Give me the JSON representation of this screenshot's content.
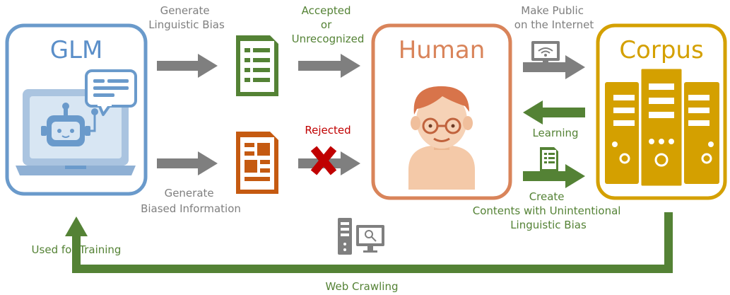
{
  "nodes": {
    "glm": "GLM",
    "human": "Human",
    "corpus": "Corpus"
  },
  "labels": {
    "generate_linguistic_bias": [
      "Generate",
      "Linguistic Bias"
    ],
    "accepted": [
      "Accepted",
      "or",
      "Unrecognized"
    ],
    "make_public": [
      "Make Public",
      "on the Internet"
    ],
    "rejected": "Rejected",
    "learning": "Learning",
    "generate_biased_info": [
      "Generate",
      "Biased Information"
    ],
    "create_contents": [
      "Create",
      "Contents with Unintentional",
      "Linguistic Bias"
    ],
    "used_for_training": "Used for Training",
    "web_crawling": "Web Crawling"
  },
  "colors": {
    "glm": "#5b8fc9",
    "human": "#d9845a",
    "corpus": "#d4a000",
    "green": "#548235",
    "red": "#c00000",
    "arrow_gray": "#7f7f7f"
  }
}
